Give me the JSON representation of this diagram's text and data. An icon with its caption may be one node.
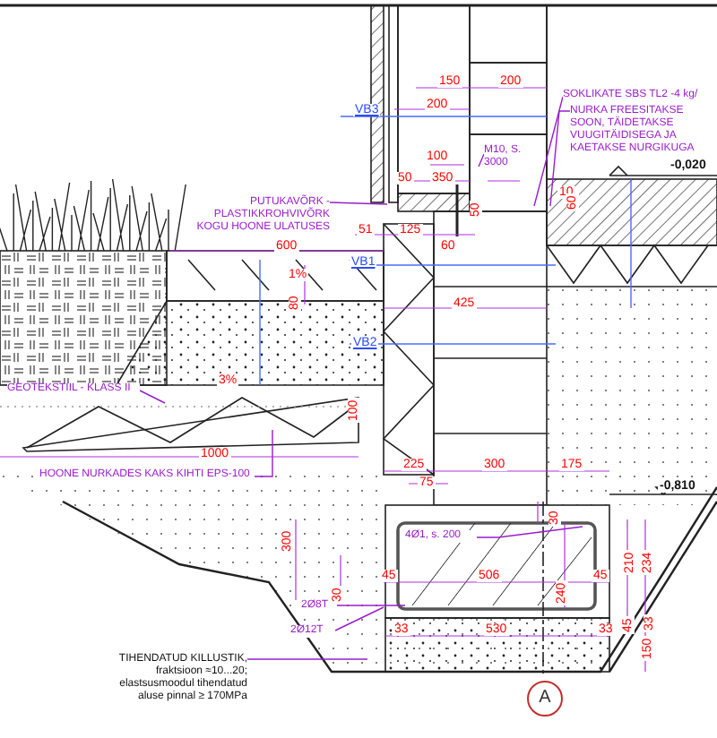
{
  "diagram": {
    "nodes": [
      {
        "text": [
          "PUTUKAVÕRK - PLASTIKKROHVIVÕRK KOGU HOONE ULATUSES"
        ]
      },
      {
        "text": [
          "SOKLIKATE SBS TL2 -4 kg/"
        ]
      },
      {
        "text": [
          "NURKA FREESITAKSE SOON, TÄIDETAKSE VUUGITÄIDISEGA JA KAETAKSE NURGIKUGA"
        ]
      },
      {
        "text": [
          "M10, S. 3000"
        ]
      },
      {
        "text": [
          "GEOTEKSTIIL - KLASS II"
        ]
      },
      {
        "text": [
          "HOONE NURKADES KAKS KIHTI EPS-100"
        ]
      },
      {
        "text": [
          "TIHENDATUD KILLUSTIK, fraktsioon ≈10...20; elastsusmoodul tihendatud aluse pinnal ≥ 170MPa"
        ]
      },
      {
        "text": [
          "4Ø1, s. 200"
        ]
      },
      {
        "text": [
          "2Ø8T"
        ]
      },
      {
        "text": [
          "2Ø12T"
        ]
      },
      {
        "text": [
          "A"
        ]
      }
    ],
    "edges": [
      {
        "from": 0,
        "to": null,
        "arrow": "none"
      },
      {
        "from": 1,
        "to": null,
        "arrow": "none"
      },
      {
        "from": 2,
        "to": null,
        "arrow": "none"
      },
      {
        "from": 3,
        "to": null,
        "arrow": "none"
      },
      {
        "from": 4,
        "to": null,
        "arrow": "none"
      },
      {
        "from": 5,
        "to": null,
        "arrow": "none"
      },
      {
        "from": 6,
        "to": null,
        "arrow": "none"
      },
      {
        "from": 7,
        "to": null,
        "arrow": "none"
      },
      {
        "from": 8,
        "to": null,
        "arrow": "none"
      },
      {
        "from": 9,
        "to": null,
        "arrow": "none"
      }
    ],
    "labels": [
      "150",
      "200",
      "200",
      "VB3",
      "100",
      "-0,020",
      "50",
      "350",
      "10",
      "50",
      "60",
      "51",
      "125",
      "600",
      "60",
      "1%",
      "VB1",
      "80",
      "425",
      "VB2",
      "3%",
      "100",
      "1000",
      "225",
      "300",
      "175",
      "75",
      "-0,810",
      "30",
      "300",
      "210",
      "234",
      "45",
      "506",
      "45",
      "240",
      "30",
      "33",
      "530",
      "33",
      "45",
      "33",
      "150"
    ]
  }
}
